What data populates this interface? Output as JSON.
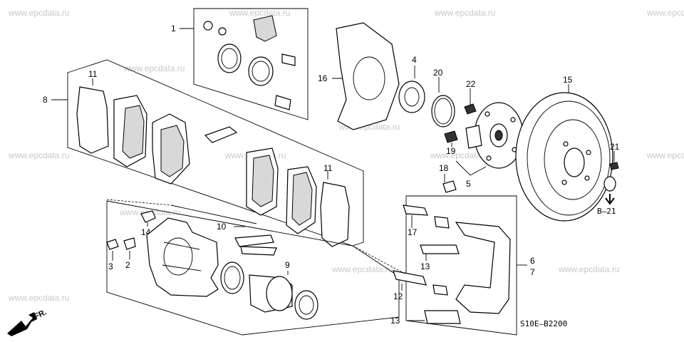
{
  "watermark_text": "www.epcdata.ru",
  "diagram_code": "S10E—B2200",
  "direction_label": "FR.",
  "reference_label": "B—21",
  "callouts": {
    "c1": "1",
    "c2": "2",
    "c3": "3",
    "c4": "4",
    "c5": "5",
    "c6": "6",
    "c7": "7",
    "c8": "8",
    "c9": "9",
    "c10": "10",
    "c11a": "11",
    "c11b": "11",
    "c12": "12",
    "c13a": "13",
    "c13b": "13",
    "c14": "14",
    "c15": "15",
    "c16": "16",
    "c17": "17",
    "c18": "18",
    "c19": "19",
    "c20": "20",
    "c21": "21",
    "c22": "22"
  }
}
